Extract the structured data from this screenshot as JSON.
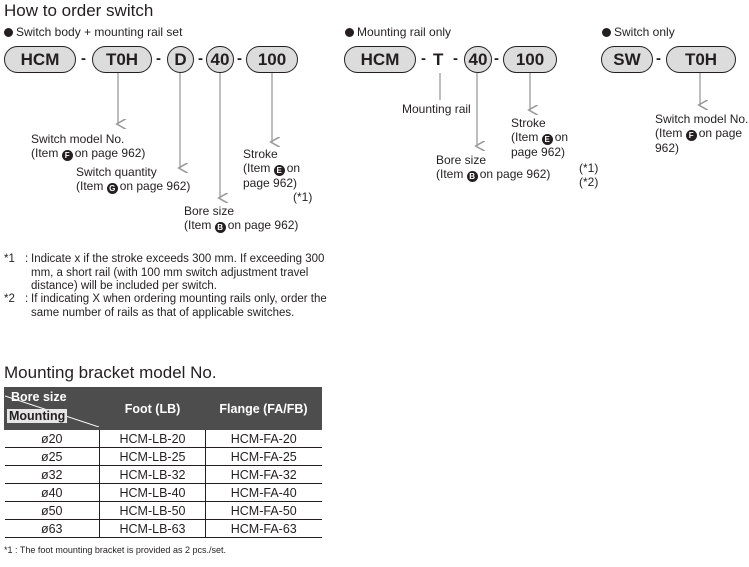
{
  "section1": {
    "title": "How to order switch",
    "group_a": {
      "caption": "Switch body + mounting rail set",
      "codes": [
        "HCM",
        "T0H",
        "D",
        "40",
        "100"
      ],
      "labels": {
        "switch_model": [
          "Switch model No.",
          "(Item",
          "F",
          "on page 962)"
        ],
        "switch_qty": [
          "Switch quantity",
          "(Item",
          "G",
          "on page 962)"
        ],
        "bore": [
          "Bore size",
          "(Item",
          "B",
          "on page 962)"
        ],
        "stroke": [
          "Stroke",
          "(Item",
          "E",
          "on",
          "page 962)",
          "(*1)"
        ]
      }
    },
    "group_b": {
      "caption": "Mounting rail only",
      "codes": [
        "HCM",
        "T",
        "40",
        "100"
      ],
      "labels": {
        "rail": "Mounting rail",
        "stroke": [
          "Stroke",
          "(Item",
          "E",
          "on",
          "page 962)"
        ],
        "bore": [
          "Bore size",
          "(Item",
          "B",
          "on page 962)"
        ],
        "refs": [
          "(*1)",
          "(*2)"
        ]
      }
    },
    "group_c": {
      "caption": "Switch only",
      "codes": [
        "SW",
        "T0H"
      ],
      "labels": {
        "switch_model": [
          "Switch model No.",
          "(Item",
          "F",
          "on page",
          "962)"
        ]
      }
    },
    "notes": [
      {
        "mark": "*1",
        "lines": [
          "Indicate x if the stroke exceeds 300 mm. If exceeding 300",
          "mm, a short rail (with 100 mm switch adjustment travel",
          "distance) will be included per switch."
        ]
      },
      {
        "mark": "*2",
        "lines": [
          "If indicating X when ordering mounting rails only, order the",
          "same number of rails as that of applicable switches."
        ]
      }
    ]
  },
  "section2": {
    "title": "Mounting bracket model No.",
    "table": {
      "corner_top": "Bore size",
      "corner_bottom": "Mounting",
      "headers": [
        "Foot (LB)",
        "Flange (FA/FB)"
      ],
      "rows": [
        [
          "ø20",
          "HCM-LB-20",
          "HCM-FA-20"
        ],
        [
          "ø25",
          "HCM-LB-25",
          "HCM-FA-25"
        ],
        [
          "ø32",
          "HCM-LB-32",
          "HCM-FA-32"
        ],
        [
          "ø40",
          "HCM-LB-40",
          "HCM-FA-40"
        ],
        [
          "ø50",
          "HCM-LB-50",
          "HCM-FA-50"
        ],
        [
          "ø63",
          "HCM-LB-63",
          "HCM-FA-63"
        ]
      ]
    },
    "footnote": {
      "mark": "*1",
      "text": "The foot mounting bracket is provided as 2 pcs./set."
    }
  }
}
